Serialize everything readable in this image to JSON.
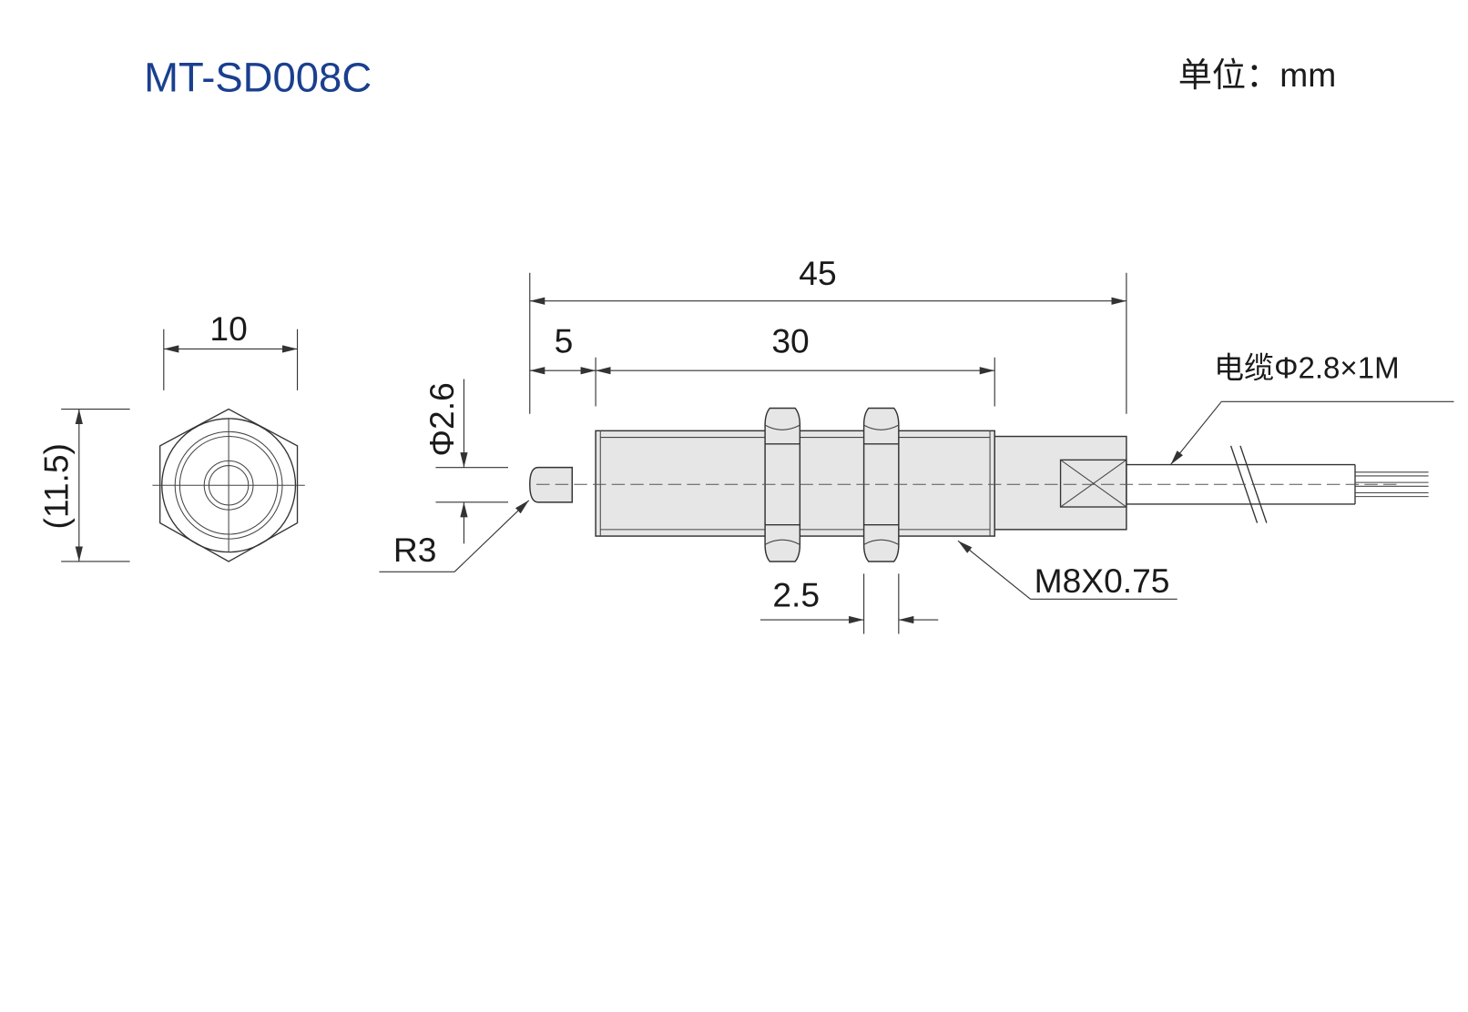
{
  "title": "MT-SD008C",
  "unit": "单位：mm",
  "end_view": {
    "width_dim": "10",
    "height_dim": "(11.5)"
  },
  "side_view": {
    "total_length": "45",
    "tip_length": "5",
    "thread_length": "30",
    "tip_diameter": "Φ2.6",
    "tip_radius": "R3",
    "nut_thickness": "2.5",
    "thread_spec": "M8X0.75",
    "cable": "电缆Φ2.8×1M"
  },
  "colors": {
    "title": "#1a3f8f",
    "body_fill": "#e6e6e6",
    "line": "#333333"
  }
}
